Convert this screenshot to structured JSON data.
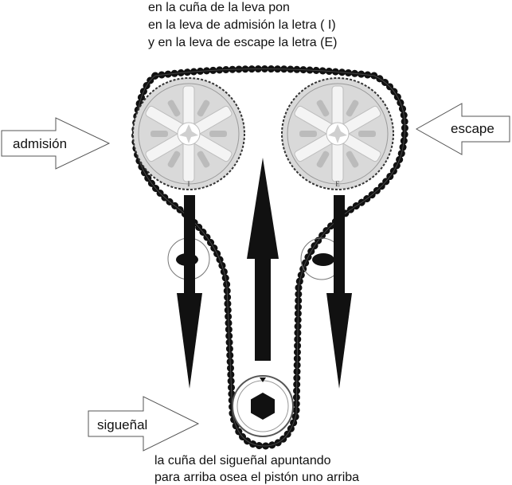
{
  "top_note": {
    "lines": [
      "en la cuña de la leva pon",
      "en la leva de admisión la letra ( I)",
      "y en la leva de escape la letra (E)"
    ]
  },
  "bottom_note": {
    "lines": [
      "la cuña del sigueñal apuntando",
      "para arriba osea el pistón uno arriba"
    ]
  },
  "callouts": {
    "intake": "admisión",
    "exhaust": "escape",
    "crankshaft": "sigueñal"
  },
  "cam_marks": {
    "intake": "I",
    "exhaust": "E"
  },
  "colors": {
    "chain": "#111111",
    "gear_fill": "#d9d9d9",
    "gear_spokes": "#f2f2f2",
    "arrow": "#111111",
    "callout_fill": "#ffffff",
    "callout_stroke": "#555555"
  }
}
